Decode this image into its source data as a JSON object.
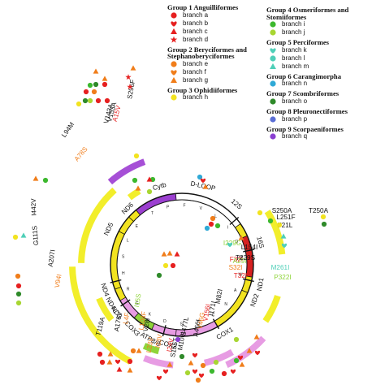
{
  "legend": {
    "groups": [
      {
        "title": "Group 1 Anguilliformes",
        "col": 0,
        "branches": [
          {
            "label": "branch a",
            "shape": "circle",
            "color": "#e62020"
          },
          {
            "label": "branch b",
            "shape": "heart",
            "color": "#e62020"
          },
          {
            "label": "branch c",
            "shape": "triangle",
            "color": "#e62020"
          },
          {
            "label": "branch d",
            "shape": "star",
            "color": "#e62020"
          }
        ]
      },
      {
        "title": "Group 2 Beryciformes and Stephanoberyciformes",
        "col": 0,
        "branches": [
          {
            "label": "branch e",
            "shape": "circle",
            "color": "#f07d1a"
          },
          {
            "label": "branch f",
            "shape": "heart",
            "color": "#f07d1a"
          },
          {
            "label": "branch g",
            "shape": "triangle",
            "color": "#f07d1a"
          }
        ]
      },
      {
        "title": "Group 3 Ophidiiformes",
        "col": 0,
        "branches": [
          {
            "label": "branch h",
            "shape": "circle",
            "color": "#f2e320"
          }
        ]
      },
      {
        "title": "Group 4 Osmeriformes and Stomiiformes",
        "col": 1,
        "branches": [
          {
            "label": "branch i",
            "shape": "circle",
            "color": "#3cb82e"
          },
          {
            "label": "branch j",
            "shape": "circle",
            "color": "#a8d632"
          }
        ]
      },
      {
        "title": "Group 5 Perciformes",
        "col": 1,
        "branches": [
          {
            "label": "branch k",
            "shape": "heart",
            "color": "#4fcfb8"
          },
          {
            "label": "branch l",
            "shape": "circle",
            "color": "#4fcfb8"
          },
          {
            "label": "branch m",
            "shape": "triangle",
            "color": "#4fcfb8"
          }
        ]
      },
      {
        "title": "Group 6 Carangimorpha",
        "col": 1,
        "branches": [
          {
            "label": "branch n",
            "shape": "circle",
            "color": "#2fa9d6"
          }
        ]
      },
      {
        "title": "Group 7 Scombriformes",
        "col": 1,
        "branches": [
          {
            "label": "branch o",
            "shape": "circle",
            "color": "#2f8a2a"
          }
        ]
      },
      {
        "title": "Group 8 Pleuronectiformes",
        "col": 1,
        "branches": [
          {
            "label": "branch p",
            "shape": "circle",
            "color": "#5b6fd6"
          }
        ]
      },
      {
        "title": "Group 9 Scorpaeniformes",
        "col": 1,
        "branches": [
          {
            "label": "branch q",
            "shape": "circle",
            "color": "#8a3fd1"
          }
        ]
      }
    ]
  },
  "genome": {
    "genes": [
      "Cytb",
      "D-LOOP",
      "12S",
      "16S",
      "ND1",
      "ND2",
      "COX1",
      "COX2",
      "ATP8/6",
      "COX3",
      "ND3",
      "ND4L",
      "ND4",
      "ND5",
      "ND6"
    ],
    "inner_markers": [
      "T",
      "P",
      "F",
      "V",
      "L",
      "I",
      "Q",
      "M",
      "W",
      "A",
      "N",
      "C",
      "Y",
      "S",
      "D",
      "K",
      "G",
      "R",
      "H",
      "S",
      "L",
      "E"
    ]
  },
  "mutations": [
    "S296F",
    "A15V",
    "V153A",
    "V143A",
    "L94M",
    "A78S",
    "I442V",
    "G111S",
    "A207I",
    "V94I",
    "T119A",
    "I15S",
    "L4F",
    "A176V",
    "V28I",
    "L108F",
    "I23V",
    "L23V",
    "I24V",
    "M100I",
    "S155T",
    "S477L",
    "A466I",
    "V46G",
    "V156I",
    "I171I",
    "M82I",
    "T32I",
    "S32I",
    "F32I",
    "M261I",
    "A29I",
    "P322I",
    "I229G",
    "L154I",
    "T229S",
    "F21L",
    "S250A",
    "L251F",
    "T250A"
  ],
  "colors": {
    "yellow": "#f2ee2b",
    "violet": "#a64fd6",
    "magenta": "#e79ce3",
    "green": "#8fd43a",
    "orange": "#f07d1a",
    "red": "#e62020",
    "cyan": "#4fcfb8"
  }
}
